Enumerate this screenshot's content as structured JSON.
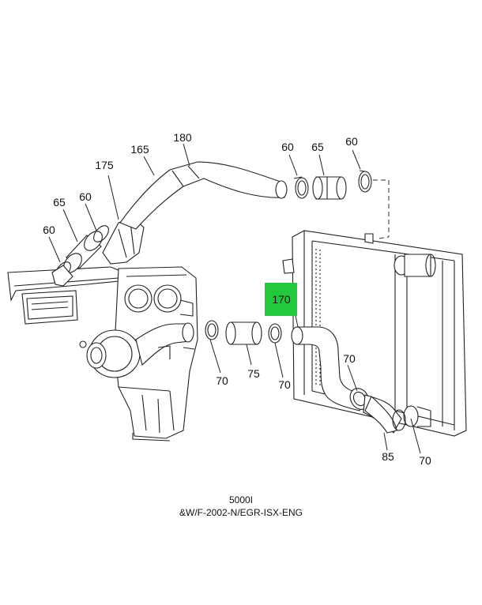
{
  "callouts": [
    {
      "id": "c180",
      "text": "180"
    },
    {
      "id": "c165",
      "text": "165"
    },
    {
      "id": "c175",
      "text": "175"
    },
    {
      "id": "c65a",
      "text": "65"
    },
    {
      "id": "c60a",
      "text": "60"
    },
    {
      "id": "c60b",
      "text": "60"
    },
    {
      "id": "c60c",
      "text": "60"
    },
    {
      "id": "c65b",
      "text": "65"
    },
    {
      "id": "c60d",
      "text": "60"
    },
    {
      "id": "c170",
      "text": "170"
    },
    {
      "id": "c70a",
      "text": "70"
    },
    {
      "id": "c75",
      "text": "75"
    },
    {
      "id": "c70b",
      "text": "70"
    },
    {
      "id": "c70c",
      "text": "70"
    },
    {
      "id": "c85",
      "text": "85"
    },
    {
      "id": "c70d",
      "text": "70"
    }
  ],
  "highlight_color": "#22c93a",
  "caption": {
    "line1": "5000I",
    "line2": "&W/F-2002-N/EGR-ISX-ENG"
  }
}
